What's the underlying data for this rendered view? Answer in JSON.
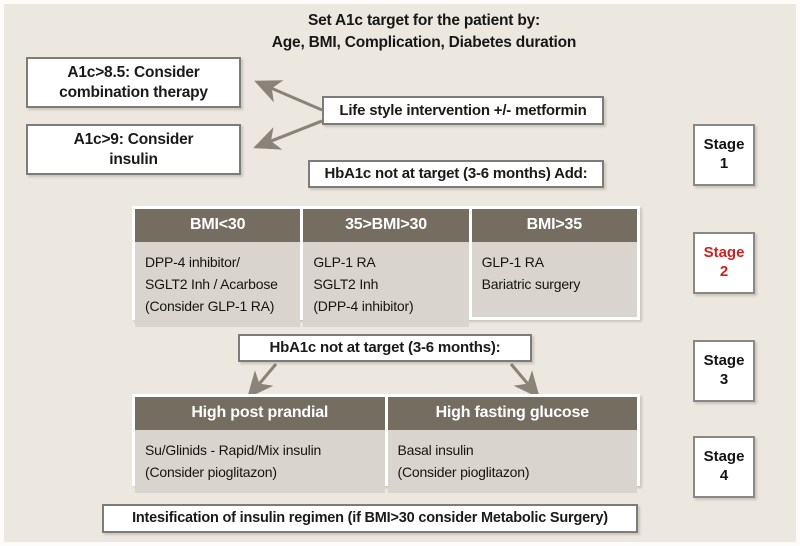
{
  "header": {
    "line1": "Set A1c target for the patient by:",
    "line2": "Age, BMI, Complication, Diabetes duration"
  },
  "boxes": {
    "a1c_85": "A1c>8.5: Consider\ncombination therapy",
    "a1c_85_l1": "A1c>8.5: Consider",
    "a1c_85_l2": "combination therapy",
    "a1c_9_l1": "A1c>9: Consider",
    "a1c_9_l2": "insulin",
    "lifestyle": "Life style intervention +/- metformin",
    "not_at_target_add": "HbA1c not at target (3-6 months) Add:",
    "not_at_target": "HbA1c not at target (3-6 months):",
    "intensification": "Intesification of insulin regimen (if BMI>30 consider Metabolic Surgery)"
  },
  "stages": [
    {
      "label": "Stage",
      "number": "1",
      "accent": false
    },
    {
      "label": "Stage",
      "number": "2",
      "accent": true
    },
    {
      "label": "Stage",
      "number": "3",
      "accent": false
    },
    {
      "label": "Stage",
      "number": "4",
      "accent": false
    }
  ],
  "bmi_table": {
    "columns": [
      {
        "header": "BMI<30",
        "lines": [
          "DPP-4 inhibitor/",
          "SGLT2 Inh / Acarbose",
          "(Consider GLP-1 RA)"
        ]
      },
      {
        "header": "35>BMI>30",
        "lines": [
          "GLP-1 RA",
          "SGLT2 Inh",
          "(DPP-4 inhibitor)"
        ]
      },
      {
        "header": "BMI>35",
        "lines": [
          "GLP-1 RA",
          "Bariatric surgery",
          ""
        ]
      }
    ]
  },
  "glucose_table": {
    "columns": [
      {
        "header": "High post prandial",
        "lines": [
          "Su/Glinids - Rapid/Mix insulin",
          "(Consider pioglitazon)"
        ]
      },
      {
        "header": "High fasting glucose",
        "lines": [
          "Basal insulin",
          "(Consider pioglitazon)"
        ]
      }
    ]
  },
  "colors": {
    "page_background": "#ece8e0",
    "table_header": "#756d60",
    "table_body": "#d9d5ce",
    "box_border": "#7d7c79",
    "arrow": "#8a8378",
    "accent_text": "#d21f1f",
    "text": "#1a1a1a"
  }
}
